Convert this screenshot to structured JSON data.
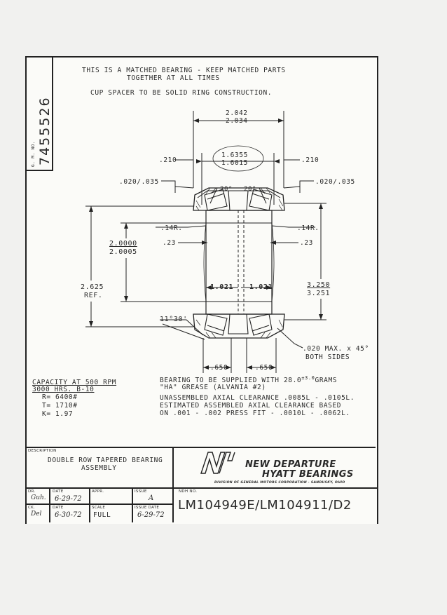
{
  "gm_label": "G. M. NO.",
  "gm_number": "7455526",
  "notes": {
    "line1": "THIS IS A MATCHED BEARING - KEEP MATCHED PARTS",
    "line2": "TOGETHER AT ALL TIMES",
    "line3": "CUP SPACER TO BE SOLID RING CONSTRUCTION."
  },
  "dims": {
    "overall_w_max": "2.042",
    "overall_w_min": "2.034",
    "inner_w_max": "1.6355",
    "inner_w_min": "1.6015",
    "offset_left": ".210",
    "offset_right": ".210",
    "chamfer_left": ".020/.035",
    "chamfer_right": ".020/.035",
    "angle_left": "20°",
    "angle_right": "20°",
    "radius_left": ".14R.",
    "radius_right": ".14R.",
    "groove_left": ".23",
    "groove_right": ".23",
    "bore_max": "2.0000",
    "bore_min": "2.0005",
    "outer_ref": "2.625",
    "outer_ref_label": "REF.",
    "od_max": "3.250",
    "od_min": "3.251",
    "half_left": "1.021",
    "half_right": "1.021",
    "cone_angle": "11°30'",
    "edge_note1": ".020 MAX. x 45°",
    "edge_note2": "BOTH SIDES",
    "cone_left": ".650",
    "cone_right": ".650"
  },
  "capacity": {
    "title": "CAPACITY AT 500 RPM",
    "subtitle": "3000 HRS. B-10",
    "r": "R= 6400#",
    "t": "T= 1710#",
    "k": "K= 1.97"
  },
  "spec": {
    "line1a": "BEARING TO BE SUPPLIED WITH 28.0",
    "line1sup": "±3.0",
    "line1b": "GRAMS",
    "line2": "\"HA\" GREASE (ALVANIA #2)",
    "line3": "UNASSEMBLED AXIAL CLEARANCE .0085L - .0105L.",
    "line4": "ESTIMATED ASSEMBLED AXIAL CLEARANCE BASED",
    "line5": "ON .001 - .002 PRESS FIT - .0010L - .0062L."
  },
  "title_block": {
    "desc_label": "DESCRIPTION",
    "desc_line1": "DOUBLE ROW TAPERED BEARING",
    "desc_line2": "ASSEMBLY",
    "brand_line1": "NEW DEPARTURE",
    "brand_line2": "HYATT BEARINGS",
    "brand_line3": "DIVISION OF GENERAL MOTORS CORPORATION · SANDUSKY, OHIO",
    "logo": "NDH",
    "dr_label": "DR.",
    "dr_value": "Guh.",
    "date_label": "DATE",
    "date_value1": "6-29-72",
    "appr_label": "APPR.",
    "issue_label": "ISSUE",
    "issue_value": "A",
    "ndh_no_label": "NDH NO.",
    "ck_label": "CK.",
    "ck_value": "Del",
    "date_value2": "6-30-72",
    "scale_label": "SCALE",
    "scale_value": "FULL",
    "issue_date_label": "ISSUE DATE",
    "issue_date_value": "6-29-72",
    "part_number": "LM104949E/LM104911/D2"
  }
}
